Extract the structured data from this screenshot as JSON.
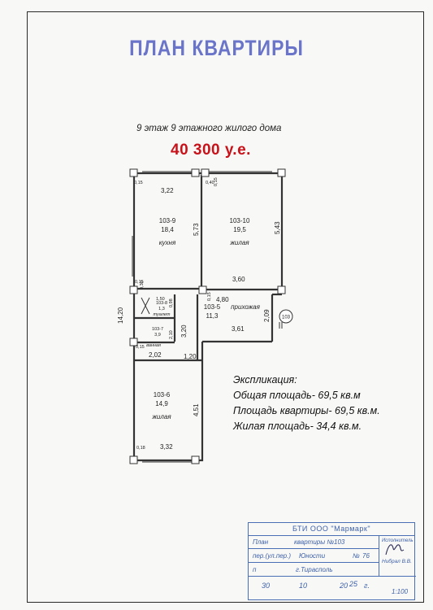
{
  "header": {
    "title": "ПЛАН КВАРТИРЫ",
    "subtitle": "9 этаж 9 этажного жилого дома",
    "price": "40 300 у.е."
  },
  "plan": {
    "rooms": [
      {
        "id": "103-9",
        "area": "18,4",
        "name": "кухня"
      },
      {
        "id": "103-10",
        "area": "19,5",
        "name": "жилая"
      },
      {
        "id": "103-5",
        "area": "11,3",
        "name": "прихожая"
      },
      {
        "id": "103-8",
        "area": "1,3",
        "name": "туалет"
      },
      {
        "id": "103-7",
        "area": "3,9",
        "name": "ванная"
      },
      {
        "id": "103-6",
        "area": "14,9",
        "name": "жилая"
      }
    ],
    "dimensions": {
      "d1": "3,22",
      "d2": "5,73",
      "d3": "5,43",
      "d4": "3,60",
      "d5": "4,80",
      "d6": "2,09",
      "d7": "3,61",
      "d8": "14,20",
      "d9": "3,20",
      "d10": "2,02",
      "d11": "1,20",
      "d12": "4,51",
      "d13": "3,32",
      "d14": "1,50",
      "d15": "0,98",
      "d16": "2,10",
      "d17": "0,15",
      "d18": "0,40",
      "d19": "0,15",
      "d20": "0,15",
      "d21": "0,30",
      "d22": "0,15",
      "d23": "0,18",
      "d24": "0,15"
    },
    "marker": "103"
  },
  "explication": {
    "title": "Экспликация:",
    "total": "Общая площадь- 69,5 кв.м",
    "apartment": "Площадь квартиры- 69,5 кв.м.",
    "living": "Жилая площадь- 34,4 кв.м."
  },
  "stamp": {
    "header": "БТИ ООО \"Мармарк\"",
    "plan_label": "План",
    "plan_value": "квартиры №103",
    "street_label": "пер.(ул.пер.)",
    "street_value": "Юности",
    "num_label": "№",
    "num_value": "76",
    "city_label": "п",
    "city_value": "г.Тирасполь",
    "day": "30",
    "month": "10",
    "year_prefix": "20",
    "year": "25",
    "year_suffix": "г.",
    "executor_label": "Исполнитель",
    "executor": "Нибрал В.В.",
    "scale": "1:100"
  }
}
